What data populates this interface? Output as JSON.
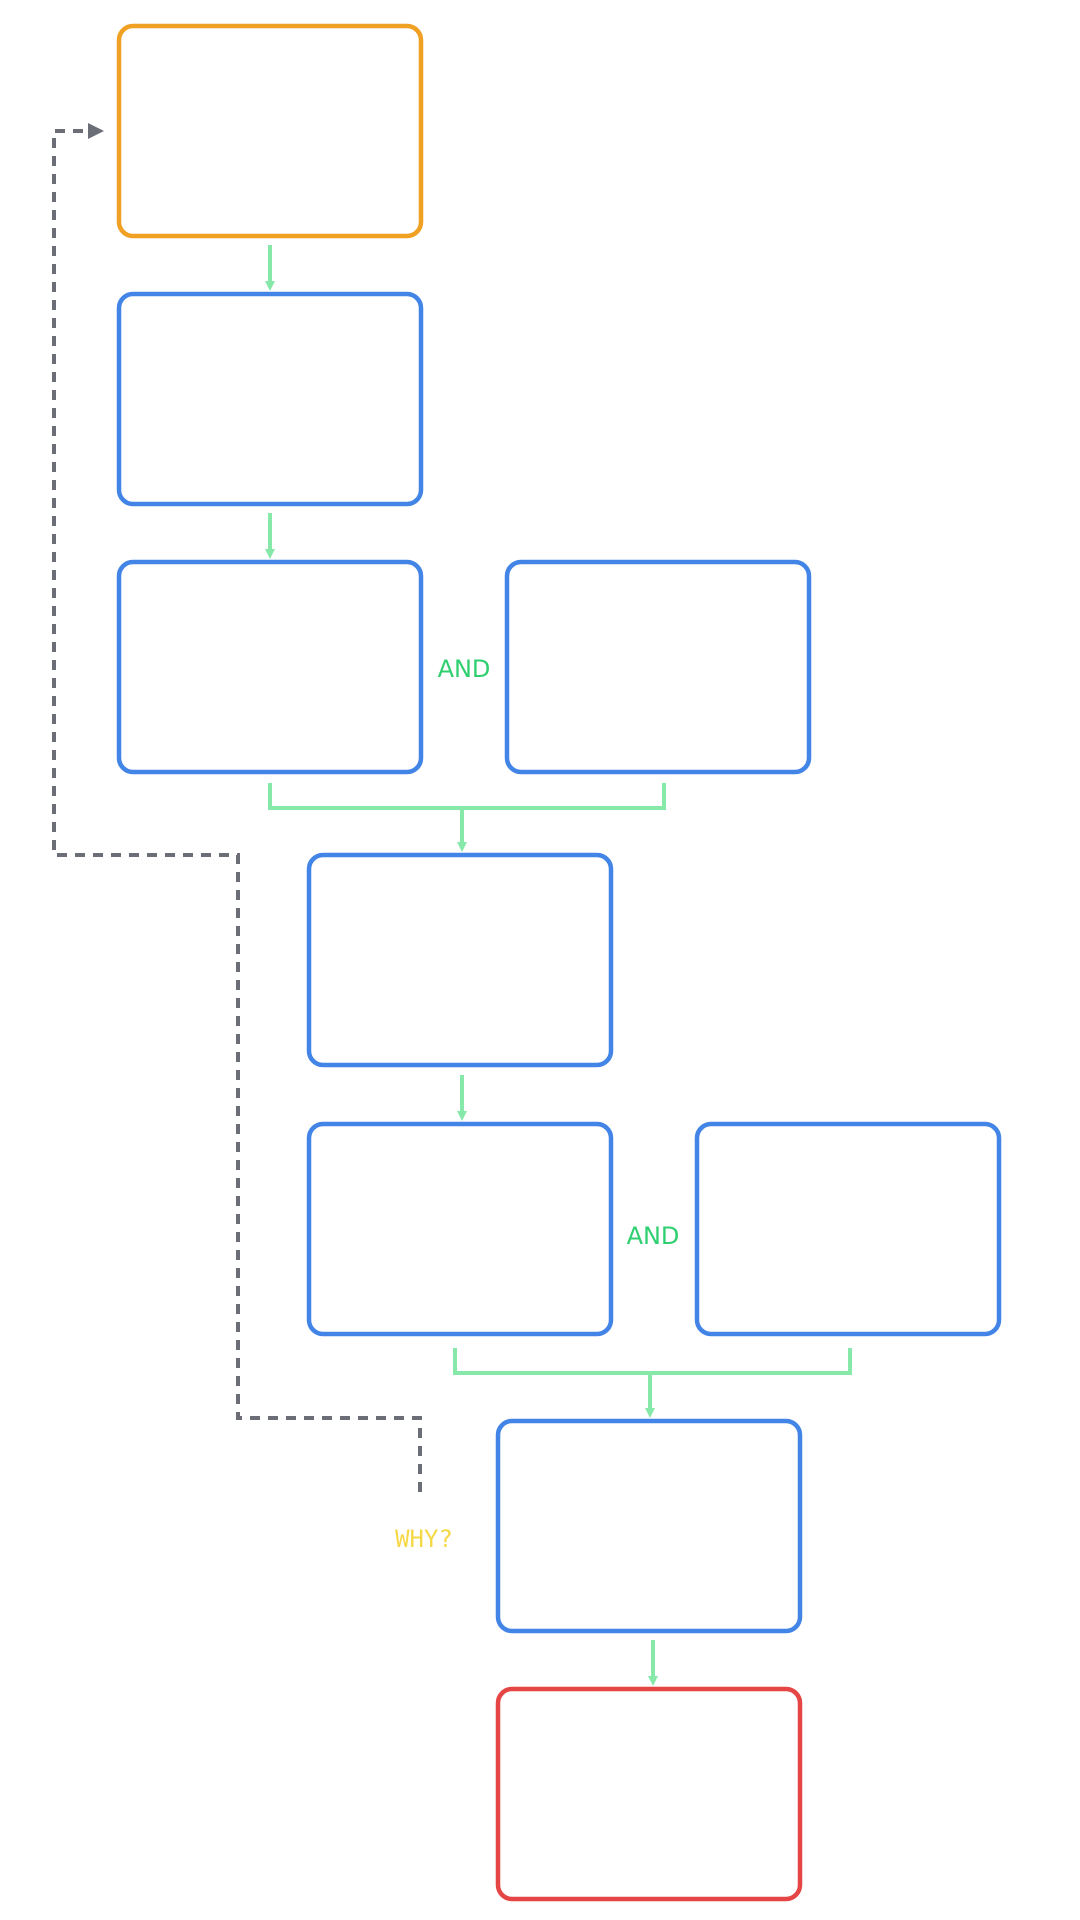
{
  "colors": {
    "start_box": "#F0A023",
    "step_box": "#4285E6",
    "end_box": "#E64545",
    "flow_arrow": "#86E8A9",
    "and_label": "#2FCF70",
    "loop_line": "#6B6E76",
    "why_label": "#F5D845"
  },
  "diagram": {
    "boxes": [
      {
        "id": "start",
        "role": "start",
        "text": ""
      },
      {
        "id": "step-1",
        "role": "step",
        "text": ""
      },
      {
        "id": "step-2a",
        "role": "step",
        "text": ""
      },
      {
        "id": "step-2b",
        "role": "step",
        "text": ""
      },
      {
        "id": "step-3",
        "role": "step",
        "text": ""
      },
      {
        "id": "step-4a",
        "role": "step",
        "text": ""
      },
      {
        "id": "step-4b",
        "role": "step",
        "text": ""
      },
      {
        "id": "step-5",
        "role": "step",
        "text": ""
      },
      {
        "id": "end",
        "role": "end",
        "text": ""
      }
    ],
    "and_labels": [
      "AND",
      "AND"
    ],
    "why_label": "WHY?"
  }
}
